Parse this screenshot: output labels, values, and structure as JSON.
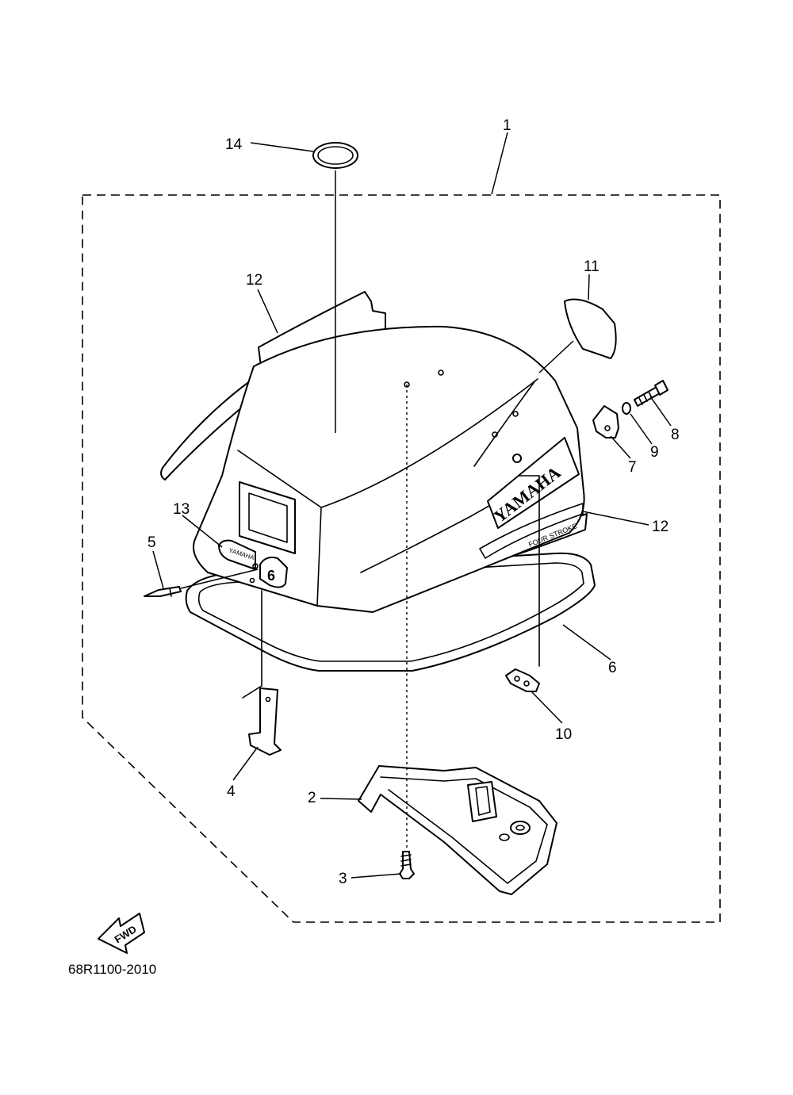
{
  "drawing_code": "68R1100-2010",
  "fwd_label": "FWD",
  "brand_text": "YAMAHA",
  "four_stroke_text": "FOUR STROKE",
  "emblem_text": "YAMAHA",
  "emblem_number": "6",
  "callouts": {
    "c1": "1",
    "c2": "2",
    "c3": "3",
    "c4": "4",
    "c5": "5",
    "c6": "6",
    "c7": "7",
    "c8": "8",
    "c9": "9",
    "c10": "10",
    "c11": "11",
    "c12a": "12",
    "c12b": "12",
    "c13": "13",
    "c14": "14"
  }
}
